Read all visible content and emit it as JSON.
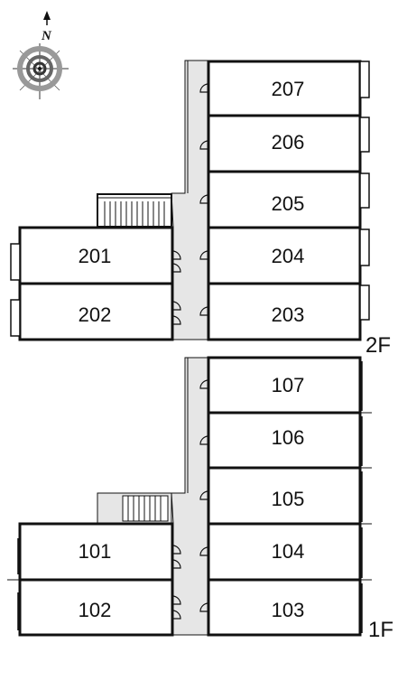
{
  "compass": {
    "north_label": "N",
    "icon": "compass-rose-icon"
  },
  "floors": [
    {
      "label": "2F",
      "rooms_right": [
        "207",
        "206",
        "205",
        "204",
        "203"
      ],
      "rooms_left": [
        "201",
        "202"
      ]
    },
    {
      "label": "1F",
      "rooms_right": [
        "107",
        "106",
        "105",
        "104",
        "103"
      ],
      "rooms_left": [
        "101",
        "102"
      ]
    }
  ],
  "colors": {
    "wall": "#111111",
    "corridor": "#e6e6e6",
    "background": "#ffffff"
  }
}
